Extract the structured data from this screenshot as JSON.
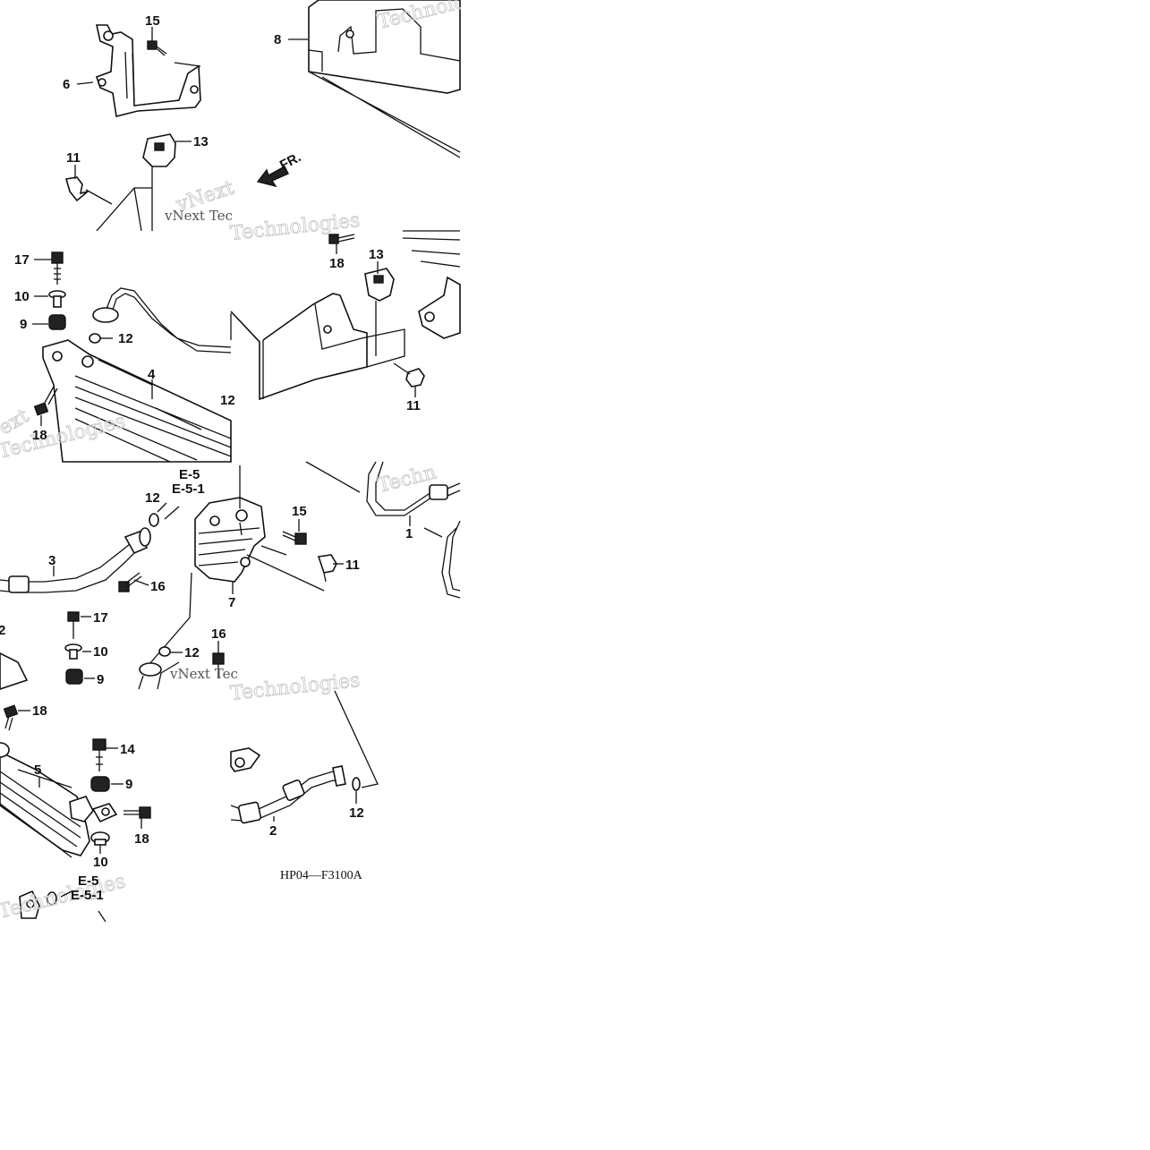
{
  "diagram": {
    "code": "HP04—F3100A",
    "front_arrow_label": "FR.",
    "watermarks": [
      "Technologies",
      "vNext Tec",
      "vNext",
      "Techn",
      "ext"
    ],
    "ref_tags": [
      {
        "id": "ref-a",
        "line1": "E-5",
        "line2": "E-5-1"
      },
      {
        "id": "ref-b",
        "line1": "E-5",
        "line2": "E-5-1"
      }
    ],
    "callouts": {
      "c15a": "15",
      "c6": "6",
      "c8": "8",
      "c13a": "13",
      "c11a": "11",
      "c17a": "17",
      "c10a": "10",
      "c9a": "9",
      "c12a": "12",
      "c4": "4",
      "c18a": "18",
      "c18b": "18",
      "c13b": "13",
      "c11b": "11",
      "c12b": "12",
      "c3": "3",
      "c16a": "16",
      "c15b": "15",
      "c11c": "11",
      "c7": "7",
      "c1": "1",
      "c17b": "17",
      "c10b": "10",
      "c9b": "9",
      "c12c": "12",
      "c16b": "16",
      "c2a": "2",
      "c18c": "18",
      "c14": "14",
      "c5": "5",
      "c9c": "9",
      "c18d": "18",
      "c10c": "10",
      "c12d": "12",
      "c2b": "2",
      "c12e": "12"
    }
  }
}
